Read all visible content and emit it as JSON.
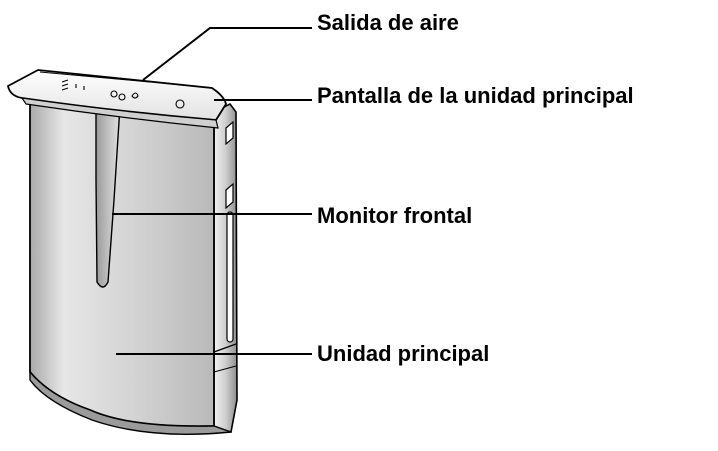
{
  "diagram": {
    "labels": [
      {
        "text": "Salida de aire"
      },
      {
        "text": "Pantalla de la unidad principal"
      },
      {
        "text": "Monitor frontal"
      },
      {
        "text": "Unidad principal"
      }
    ],
    "colors": {
      "body_light": "#f0f0f0",
      "body_dark": "#b8b8b8",
      "outline": "#000000",
      "leader_line": "#000000"
    }
  }
}
